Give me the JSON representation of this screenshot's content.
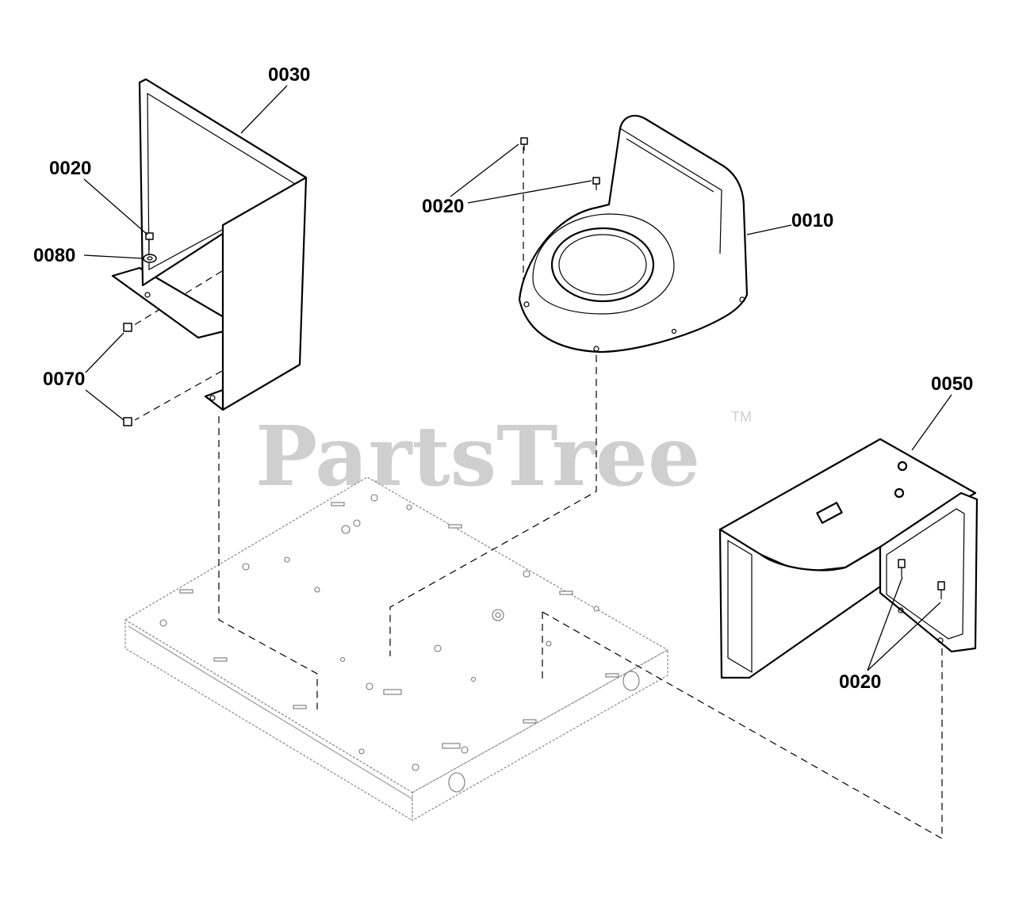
{
  "labels": {
    "seat": "0010",
    "screw_seat": "0020",
    "side_panel": "0030",
    "screw_left": "0020",
    "washer": "0080",
    "clip": "0070",
    "bracket": "0050",
    "screw_bracket": "0020"
  },
  "watermark": {
    "text": "PartsTree",
    "trademark": "TM"
  }
}
